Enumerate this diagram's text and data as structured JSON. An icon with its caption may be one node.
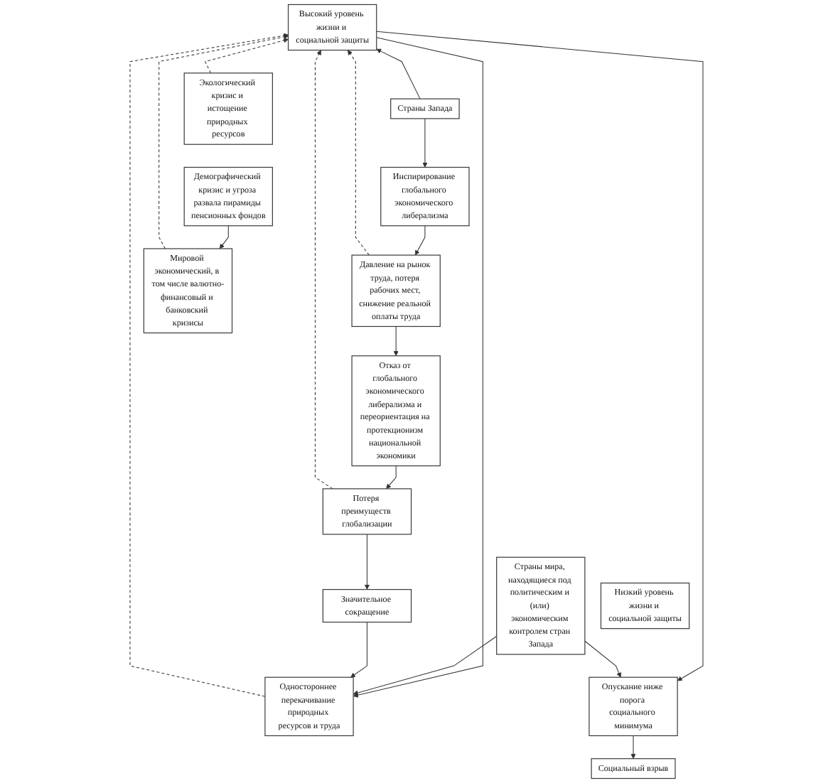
{
  "diagram": {
    "nodes": [
      {
        "text": [
          "Высокий уровень жизни и социальной защиты"
        ]
      },
      {
        "text": [
          "Страны Запада"
        ]
      },
      {
        "text": [
          "Страны мира, находящиеся под политическим и (или) экономическим контролем стран Запада"
        ]
      },
      {
        "text": [
          "Инспирирование глобального экономического либерализма"
        ]
      },
      {
        "text": [
          "Одностороннее перекачивание природных ресурсов и труда"
        ]
      },
      {
        "text": [
          "Низкий уровень жизни и социальной защиты"
        ]
      },
      {
        "text": [
          "Экологический кризис и истощение природных ресурсов"
        ]
      },
      {
        "text": [
          "Давление на рынок труда, потеря рабочих мест, снижение реальной оплаты труда"
        ]
      },
      {
        "text": [
          "Значительное сокращение"
        ]
      },
      {
        "text": [
          "Опускание ниже порога социального минимума"
        ]
      },
      {
        "text": [
          "Потеря преимуществ глобализации"
        ]
      },
      {
        "text": [
          "Социальный взрыв"
        ]
      },
      {
        "text": [
          "Демографический кризис и угроза развала пирамиды пенсионных фондов"
        ]
      },
      {
        "text": [
          "Отказ от глобального экономического либерализма и переориентация на протекционизм национальной экономики"
        ]
      },
      {
        "text": [
          "Мировой экономический, в том числе валютно-финансовый и банковский кризисы"
        ]
      }
    ],
    "edges": [
      {
        "from": 1,
        "to": 0,
        "arrow": "to"
      },
      {
        "from": 1,
        "to": 3,
        "arrow": "to"
      },
      {
        "from": 0,
        "to": 4,
        "arrow": "to"
      },
      {
        "from": 0,
        "to": 9,
        "arrow": "to"
      },
      {
        "from": 2,
        "to": 4,
        "arrow": "to"
      },
      {
        "from": 2,
        "to": 9,
        "arrow": "to"
      },
      {
        "from": 3,
        "to": 7,
        "arrow": "to"
      },
      {
        "from": 8,
        "to": 4,
        "arrow": "to"
      },
      {
        "from": 10,
        "to": 8,
        "arrow": "to"
      },
      {
        "from": 9,
        "to": 11,
        "arrow": "to"
      },
      {
        "from": 7,
        "to": 13,
        "arrow": "to"
      },
      {
        "from": 13,
        "to": 10,
        "arrow": "to"
      },
      {
        "from": 12,
        "to": 14,
        "arrow": "to"
      },
      {
        "from": 6,
        "to": 0,
        "arrow": "to",
        "style": "dashed"
      },
      {
        "from": 14,
        "to": 0,
        "arrow": "to",
        "style": "dashed"
      },
      {
        "from": 4,
        "to": 0,
        "arrow": "to",
        "style": "dashed"
      },
      {
        "from": 10,
        "to": 0,
        "arrow": "to",
        "style": "dashed"
      },
      {
        "from": 7,
        "to": 0,
        "arrow": "to",
        "style": "dashed"
      }
    ]
  }
}
